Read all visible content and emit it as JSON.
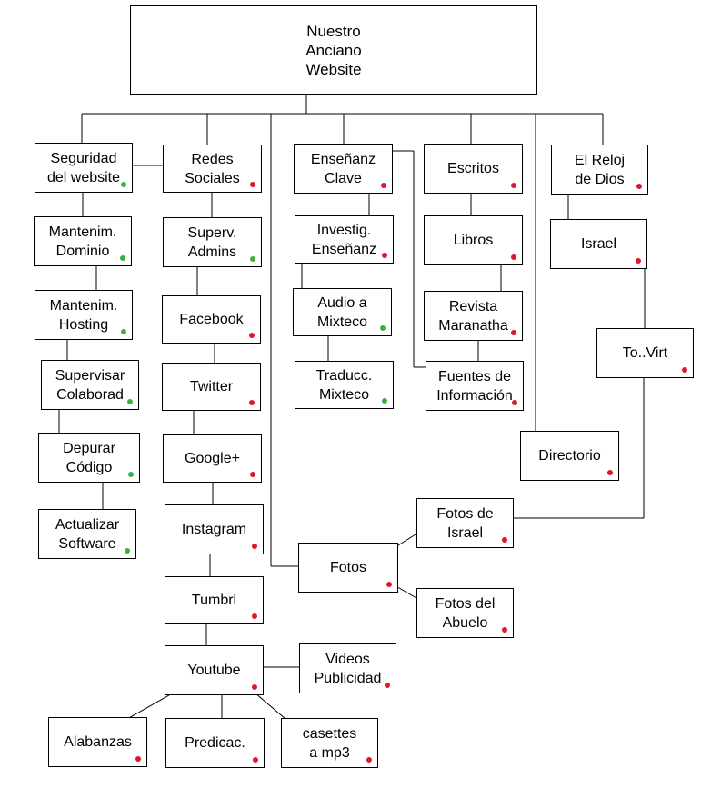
{
  "colors": {
    "green": "#3cb043",
    "red": "#e0162b",
    "line": "#000000"
  },
  "root": {
    "lines": [
      "Nuestro",
      "Anciano",
      "Website"
    ]
  },
  "nodes": {
    "seguridad": {
      "lines": [
        "Seguridad",
        "del website"
      ],
      "status": "green"
    },
    "mant_dominio": {
      "lines": [
        "Mantenim.",
        "Dominio"
      ],
      "status": "green"
    },
    "mant_hosting": {
      "lines": [
        "Mantenim.",
        "Hosting"
      ],
      "status": "green"
    },
    "supervisar": {
      "lines": [
        "Supervisar",
        "Colaborad"
      ],
      "status": "green"
    },
    "depurar": {
      "lines": [
        "Depurar",
        "Código"
      ],
      "status": "green"
    },
    "actualizar": {
      "lines": [
        "Actualizar",
        "Software"
      ],
      "status": "green"
    },
    "redes": {
      "lines": [
        "Redes",
        "Sociales"
      ],
      "status": "red"
    },
    "superv_admins": {
      "lines": [
        "Superv.",
        "Admins"
      ],
      "status": "green"
    },
    "facebook": {
      "lines": [
        "Facebook"
      ],
      "status": "red"
    },
    "twitter": {
      "lines": [
        "Twitter"
      ],
      "status": "red"
    },
    "googleplus": {
      "lines": [
        "Google+"
      ],
      "status": "red"
    },
    "instagram": {
      "lines": [
        "Instagram"
      ],
      "status": "red"
    },
    "tumbrl": {
      "lines": [
        "Tumbrl"
      ],
      "status": "red"
    },
    "youtube": {
      "lines": [
        "Youtube"
      ],
      "status": "red"
    },
    "videos": {
      "lines": [
        "Videos",
        "Publicidad"
      ],
      "status": "red"
    },
    "alabanzas": {
      "lines": [
        "Alabanzas"
      ],
      "status": "red"
    },
    "predicac": {
      "lines": [
        "Predicac."
      ],
      "status": "red"
    },
    "casettes": {
      "lines": [
        "casettes",
        "a mp3"
      ],
      "status": "red"
    },
    "ensenanz_clave": {
      "lines": [
        "Enseñanz",
        "Clave"
      ],
      "status": "red"
    },
    "investig": {
      "lines": [
        "Investig.",
        "Enseñanz"
      ],
      "status": "red"
    },
    "audio": {
      "lines": [
        "Audio a",
        "Mixteco"
      ],
      "status": "green"
    },
    "traducc": {
      "lines": [
        "Traducc.",
        "Mixteco"
      ],
      "status": "green"
    },
    "escritos": {
      "lines": [
        "Escritos"
      ],
      "status": "red"
    },
    "libros": {
      "lines": [
        "Libros"
      ],
      "status": "red"
    },
    "revista": {
      "lines": [
        "Revista",
        "Maranatha"
      ],
      "status": "red"
    },
    "fuentes": {
      "lines": [
        "Fuentes de",
        "Información"
      ],
      "status": "red"
    },
    "reloj": {
      "lines": [
        "El Reloj",
        "de Dios"
      ],
      "status": "red"
    },
    "israel": {
      "lines": [
        "Israel"
      ],
      "status": "red"
    },
    "tovirt": {
      "lines": [
        "To..Virt"
      ],
      "status": "red"
    },
    "directorio": {
      "lines": [
        "Directorio"
      ],
      "status": "red"
    },
    "fotos": {
      "lines": [
        "Fotos"
      ],
      "status": "red"
    },
    "fotos_israel": {
      "lines": [
        "Fotos de",
        "Israel"
      ],
      "status": "red"
    },
    "fotos_abuelo": {
      "lines": [
        "Fotos del",
        "Abuelo"
      ],
      "status": "red"
    }
  }
}
